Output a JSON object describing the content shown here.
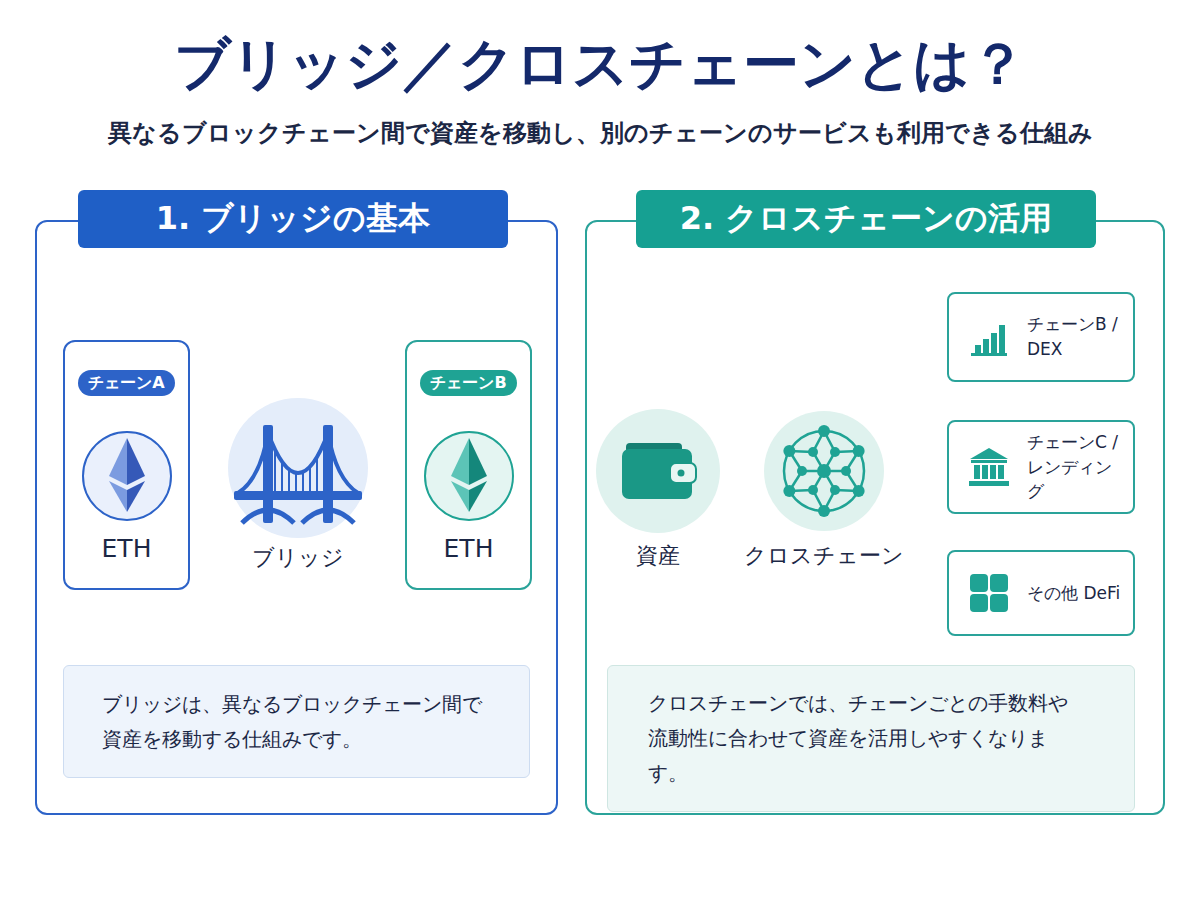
{
  "diagram": {
    "title": "ブリッジ／クロスチェーンとは？",
    "nodes": [
      {
        "text": [
          "1. ブリッジの基本"
        ]
      },
      {
        "text": [
          "チェーンA",
          "ETH"
        ],
        "in": 0
      },
      {
        "text": [
          "ブリッジ"
        ],
        "in": 0
      },
      {
        "text": [
          "チェーンB",
          "ETH"
        ],
        "in": 0
      },
      {
        "text": [
          "ブリッジは、異なるブロックチェーン間で 資産を移動する仕組みです。"
        ],
        "in": 0
      },
      {
        "text": [
          "2. クロスチェーンの活用"
        ]
      },
      {
        "text": [
          "資産"
        ],
        "in": 5
      },
      {
        "text": [
          "クロスチェーン"
        ],
        "in": 5
      },
      {
        "text": [
          "チェーンB / DEX"
        ],
        "in": 5
      },
      {
        "text": [
          "チェーンC / レンディング"
        ],
        "in": 5
      },
      {
        "text": [
          "その他 DeFi"
        ],
        "in": 5
      },
      {
        "text": [
          "クロスチェーンでは、チェーンごとの手数料や 流動性に合わせて資産を活用しやすくなります。"
        ],
        "in": 5
      }
    ],
    "edges": [
      {
        "from": 1,
        "to": 2,
        "arrow": "to"
      },
      {
        "from": 2,
        "to": 3,
        "arrow": "to"
      },
      {
        "from": 6,
        "to": 7,
        "arrow": "to"
      },
      {
        "from": 7,
        "to": 8,
        "arrow": "to"
      },
      {
        "from": 7,
        "to": 9,
        "arrow": "to"
      },
      {
        "from": 7,
        "to": 10,
        "arrow": "to"
      }
    ],
    "labels": [
      "異なるブロックチェーン間で資産を移動し、別のチェーンのサービスも利用できる仕組み"
    ]
  }
}
